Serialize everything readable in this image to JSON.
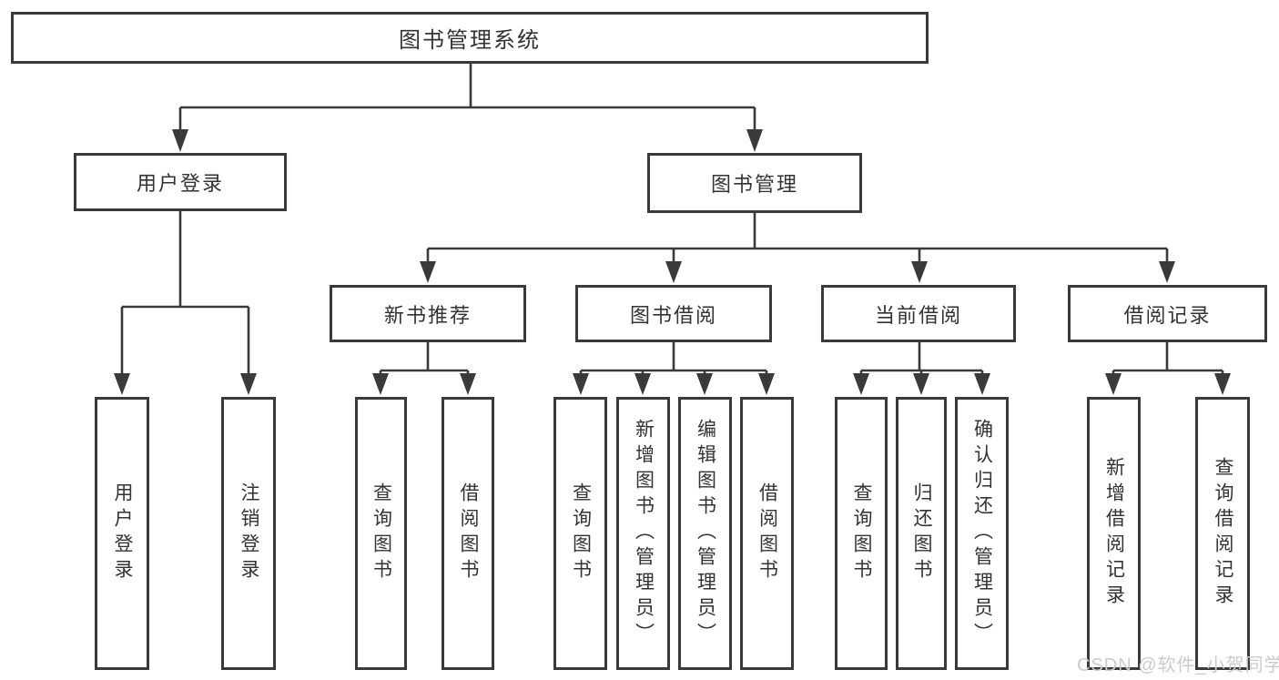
{
  "colors": {
    "line": "#3a3a3a",
    "box_border": "#3a3a3a",
    "text": "#333333",
    "watermark": "#cbcbcb",
    "background": "#ffffff"
  },
  "watermark": {
    "text": "CSDN @软件_小贺同学"
  },
  "diagram": {
    "root": {
      "label": "图书管理系统"
    },
    "branches": [
      {
        "label": "用户登录",
        "children": [
          {
            "label": "用户登录"
          },
          {
            "label": "注销登录"
          }
        ]
      },
      {
        "label": "图书管理",
        "children": [
          {
            "label": "新书推荐",
            "children": [
              {
                "label": "查询图书"
              },
              {
                "label": "借阅图书"
              }
            ]
          },
          {
            "label": "图书借阅",
            "children": [
              {
                "label": "查询图书"
              },
              {
                "label": "新增图书（管理员）"
              },
              {
                "label": "编辑图书（管理员）"
              },
              {
                "label": "借阅图书"
              }
            ]
          },
          {
            "label": "当前借阅",
            "children": [
              {
                "label": "查询图书"
              },
              {
                "label": "归还图书"
              },
              {
                "label": "确认归还（管理员）"
              }
            ]
          },
          {
            "label": "借阅记录",
            "children": [
              {
                "label": "新增借阅记录"
              },
              {
                "label": "查询借阅记录"
              }
            ]
          }
        ]
      }
    ]
  }
}
